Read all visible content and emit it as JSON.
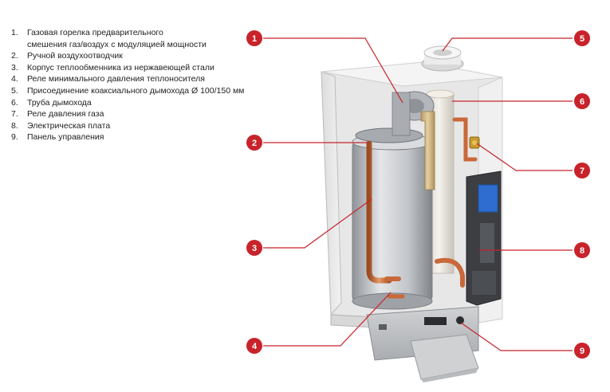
{
  "legend": [
    {
      "number": "1.",
      "text": "Газовая горелка предварительного\nсмешения газ/воздух с модуляцией мощности"
    },
    {
      "number": "2.",
      "text": "Ручной воздухоотводчик"
    },
    {
      "number": "3.",
      "text": "Корпус теплообменника из нержавеющей стали"
    },
    {
      "number": "4.",
      "text": "Реле минимального давления теплоносителя"
    },
    {
      "number": "5.",
      "text": "Присоединение коаксиального дымохода Ø 100/150 мм"
    },
    {
      "number": "6.",
      "text": "Труба дымохода"
    },
    {
      "number": "7.",
      "text": "Реле давления газа"
    },
    {
      "number": "8.",
      "text": "Электрическая плата"
    },
    {
      "number": "9.",
      "text": "Панель управления"
    }
  ],
  "callouts": [
    {
      "label": "1"
    },
    {
      "label": "2"
    },
    {
      "label": "3"
    },
    {
      "label": "4"
    },
    {
      "label": "5"
    },
    {
      "label": "6"
    },
    {
      "label": "7"
    },
    {
      "label": "8"
    },
    {
      "label": "9"
    }
  ],
  "colors": {
    "callout": "#c8232b",
    "leader": "#c8232b",
    "casing": "#ececec",
    "copper": "#d0703c",
    "steel": "#b9bcc0"
  },
  "image": {
    "name": "gas-boiler-cutaway-image"
  }
}
